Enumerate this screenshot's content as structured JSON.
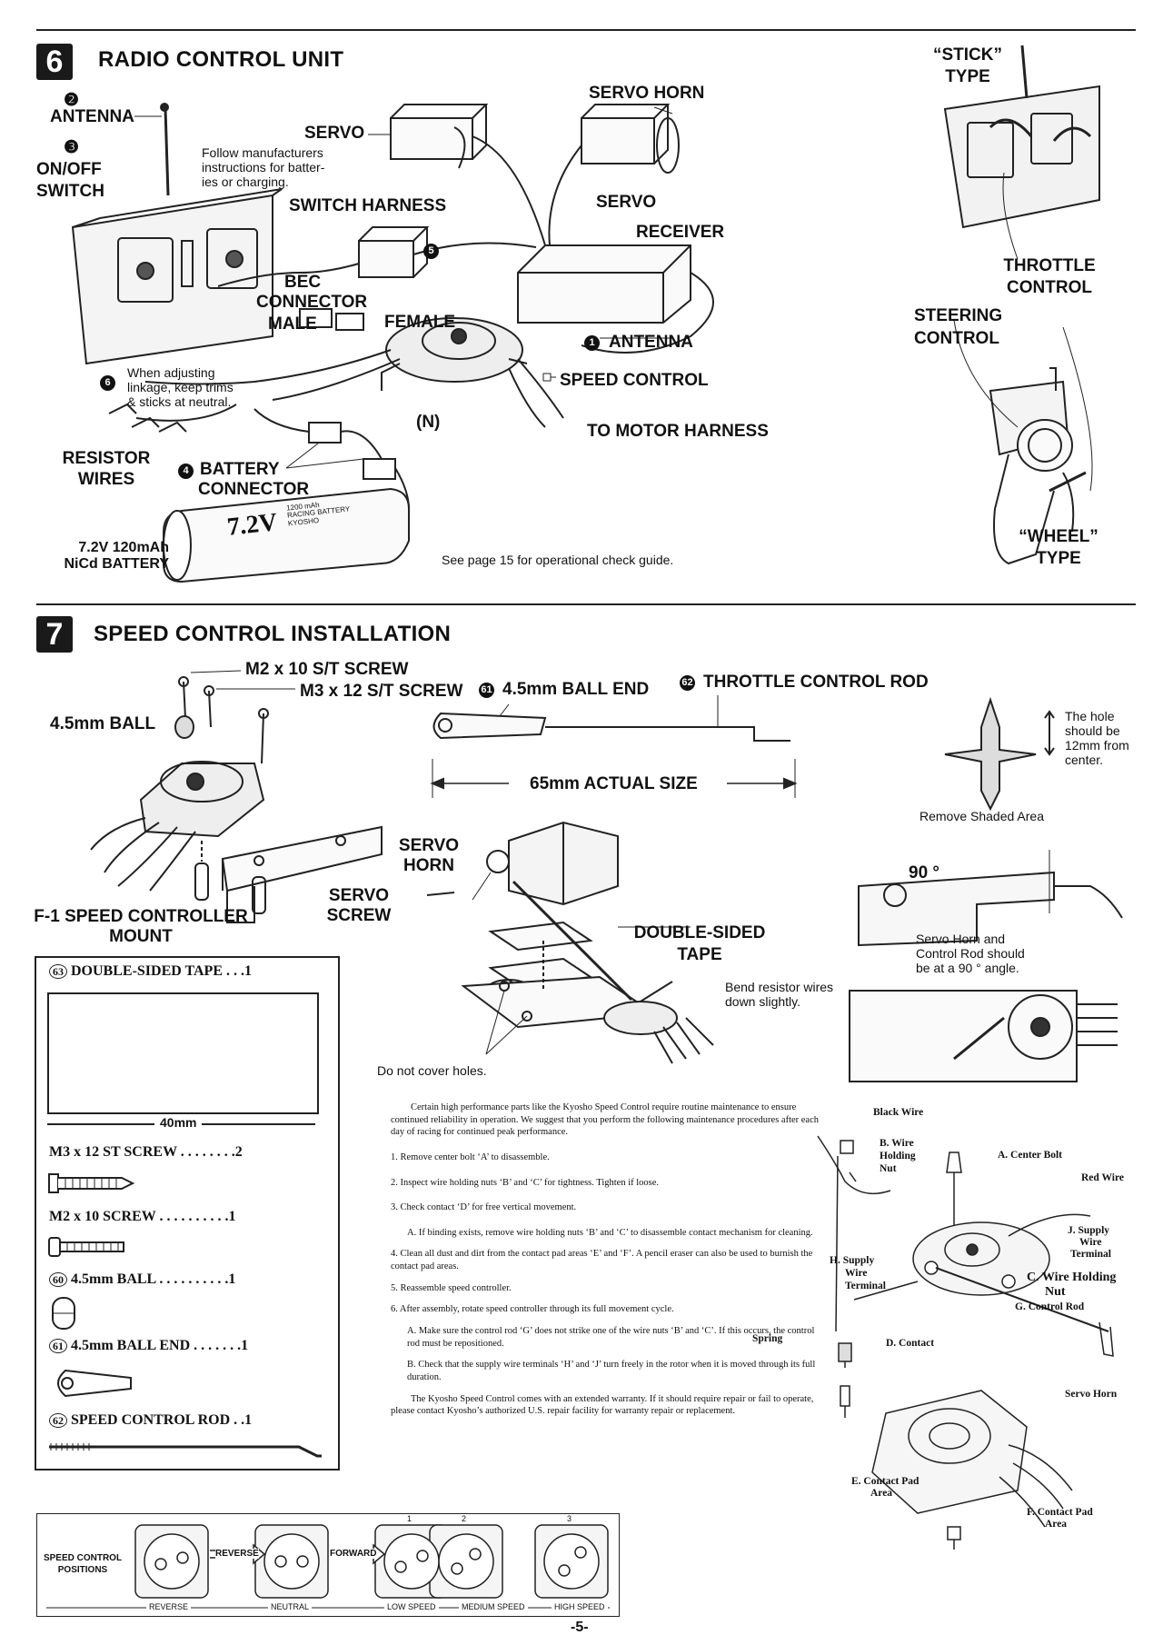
{
  "section6": {
    "number": "6",
    "title": "RADIO CONTROL UNIT",
    "labels": {
      "antenna_num": "❷",
      "antenna": "ANTENNA",
      "switch_num": "❸",
      "switch_l1": "ON/OFF",
      "switch_l2": "SWITCH",
      "servo1": "SERVO",
      "follow_l1": "Follow manufacturers",
      "follow_l2": "instructions for batter-",
      "follow_l3": "ies or charging.",
      "switch_harness": "SWITCH HARNESS",
      "servo_horn": "SERVO HORN",
      "servo2": "SERVO",
      "receiver": "RECEIVER",
      "bec_l1": "BEC",
      "bec_l2": "CONNECTOR",
      "male": "MALE",
      "female": "FEMALE",
      "antenna2": "ANTENNA",
      "speed_control": "SPEED CONTROL",
      "n": "(N)",
      "to_motor": "TO MOTOR HARNESS",
      "adjust_l1": "When adjusting",
      "adjust_l2": "linkage, keep trims",
      "adjust_l3": "& sticks at neutral.",
      "resistor_l1": "RESISTOR",
      "resistor_l2": "WIRES",
      "battery_conn_l1": "BATTERY",
      "battery_conn_l2": "CONNECTOR",
      "battery_l1": "7.2V 120mAh",
      "battery_l2": "NiCd BATTERY",
      "battery_print": "7.2V",
      "battery_print2": "1200 mAh",
      "battery_print3": "RACING BATTERY",
      "battery_print4": "KYOSHO",
      "see_page": "See page 15 for operational check guide.",
      "stick_l1": "“STICK”",
      "stick_l2": "TYPE",
      "throttle_l1": "THROTTLE",
      "throttle_l2": "CONTROL",
      "steering_l1": "STEERING",
      "steering_l2": "CONTROL",
      "wheel_l1": "“WHEEL”",
      "wheel_l2": "TYPE"
    }
  },
  "section7": {
    "number": "7",
    "title": "SPEED CONTROL INSTALLATION",
    "labels": {
      "m2screw": "M2 x 10 S/T SCREW",
      "m3screw": "M3 x 12 S/T SCREW",
      "ball": "4.5mm BALL",
      "ball_end": "4.5mm BALL END",
      "throttle_rod": "THROTTLE CONTROL ROD",
      "actual": "65mm ACTUAL SIZE",
      "hole_l1": "The hole",
      "hole_l2": "should be",
      "hole_l3": "12mm from",
      "hole_l4": "center.",
      "remove_shaded": "Remove Shaded Area",
      "servo_horn_l1": "SERVO",
      "servo_horn_l2": "HORN",
      "servo_screw_l1": "SERVO",
      "servo_screw_l2": "SCREW",
      "f1_l1": "F-1 SPEED CONTROLLER",
      "f1_l2": "MOUNT",
      "tape_l1": "DOUBLE-SIDED",
      "tape_l2": "TAPE",
      "angle": "90 °",
      "horn_note_l1": "Servo Horn and",
      "horn_note_l2": "Control Rod should",
      "horn_note_l3": "be at a 90 ° angle.",
      "bend_l1": "Bend resistor wires",
      "bend_l2": "down slightly.",
      "no_cover": "Do not cover holes."
    },
    "parts": [
      {
        "num": "63",
        "label": "DOUBLE-SIDED TAPE . . .1"
      },
      {
        "num": "",
        "label": "M3 x 12 ST SCREW . . . . . . . .2"
      },
      {
        "num": "",
        "label": "M2 x 10 SCREW . . . . . . . . . .1"
      },
      {
        "num": "60",
        "label": "4.5mm BALL . . . . . . . . . .1"
      },
      {
        "num": "61",
        "label": "4.5mm BALL END . . . . . . .1"
      },
      {
        "num": "62",
        "label": "SPEED CONTROL ROD . .1"
      }
    ],
    "tape_size": "40mm",
    "callout_nums": {
      "ball_end": "61",
      "rod": "62"
    },
    "maintenance": {
      "intro": "Certain high performance parts like the Kyosho Speed Control require routine maintenance to ensure continued reliability in operation. We suggest that you perform the following maintenance procedures after each day of racing for continued peak performance.",
      "steps": [
        "1.  Remove center bolt ‘A’ to disassemble.",
        "2.  Inspect wire holding nuts ‘B’ and ‘C’ for tightness. Tighten if loose.",
        "3.  Check contact ‘D’ for free vertical movement.",
        "A.  If binding exists, remove wire holding nuts ‘B’ and ‘C’ to disassemble contact mechanism for cleaning.",
        "4.  Clean all dust and dirt from the contact pad areas ‘E’ and ‘F’. A pencil eraser can also be used to burnish the contact pad areas.",
        "5.  Reassemble speed controller.",
        "6.  After assembly, rotate speed controller through its full movement cycle.",
        "A.  Make sure the control rod ‘G’ does not strike one of the wire nuts ‘B’ and ‘C’. If this occurs, the control rod must be repositioned.",
        "B.  Check that the supply wire terminals ‘H’ and ‘J’ turn freely in the rotor when it is moved through its full duration."
      ],
      "warranty": "The Kyosho Speed Control comes with an extended warranty. If it should require repair or fail to operate, please contact Kyosho’s authorized U.S. repair facility for warranty repair or replacement."
    },
    "diagram_labels": {
      "black_wire": "Black Wire",
      "b_l1": "B. Wire",
      "b_l2": "Holding",
      "b_l3": "Nut",
      "a": "A. Center Bolt",
      "red_wire": "Red Wire",
      "j_l1": "J. Supply",
      "j_l2": "Wire",
      "j_l3": "Terminal",
      "h_l1": "H. Supply",
      "h_l2": "Wire",
      "h_l3": "Terminal",
      "c_l1": "C. Wire Holding",
      "c_l2": "Nut",
      "g": "G. Control Rod",
      "spring": "Spring",
      "d": "D. Contact",
      "servo_horn": "Servo Horn",
      "e_l1": "E. Contact Pad",
      "e_l2": "Area",
      "f_l1": "F. Contact Pad",
      "f_l2": "Area"
    },
    "positions": {
      "title_l1": "SPEED CONTROL",
      "title_l2": "POSITIONS",
      "reverse_arrow": "REVERSE",
      "forward_arrow": "FORWARD",
      "nums": [
        "1",
        "2",
        "3"
      ],
      "captions": [
        "REVERSE",
        "NEUTRAL",
        "LOW SPEED",
        "MEDIUM SPEED",
        "HIGH SPEED"
      ]
    }
  },
  "page_number": "-5-"
}
